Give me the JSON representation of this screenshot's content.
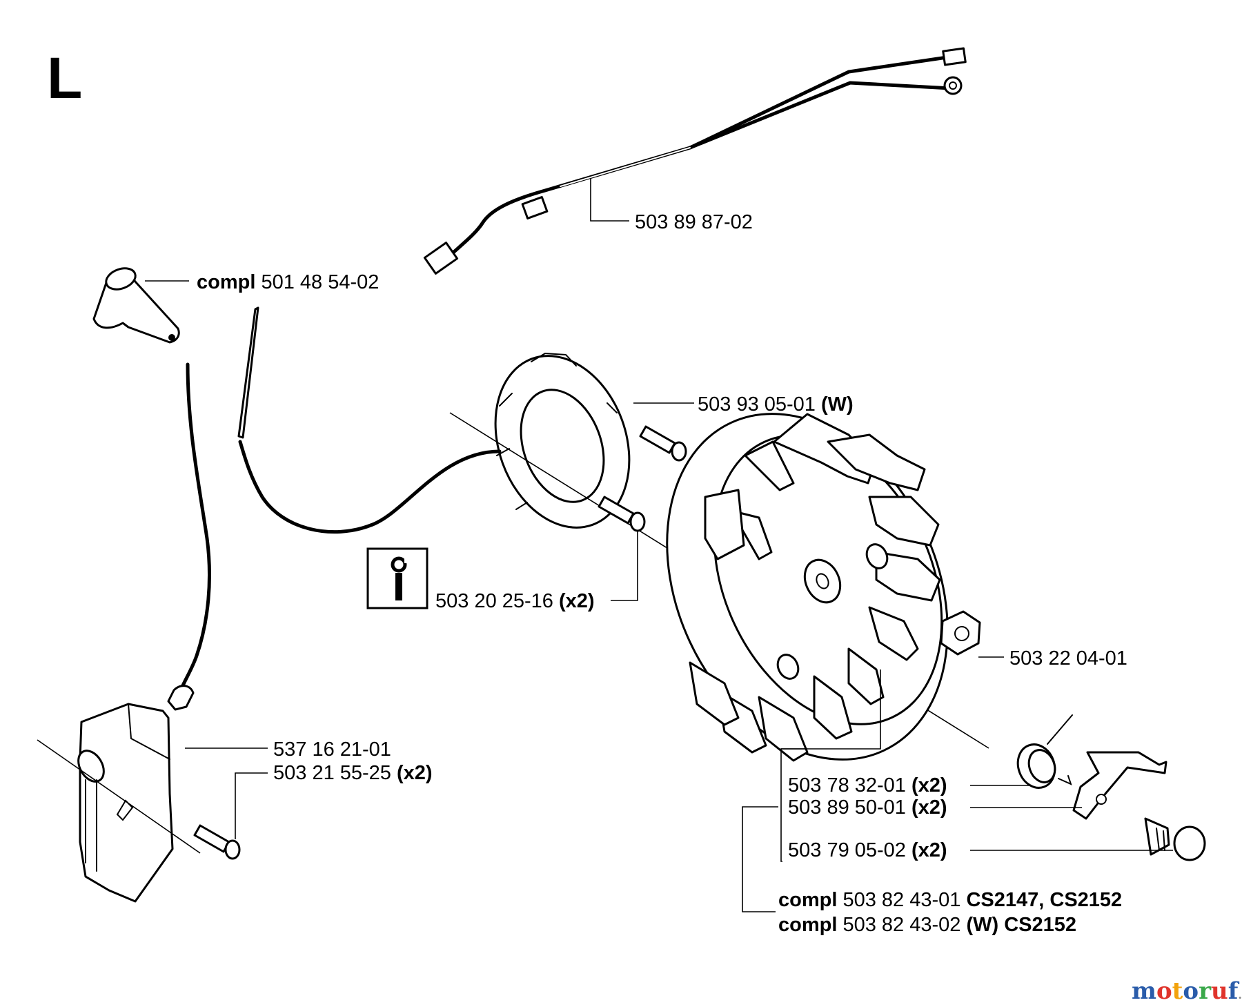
{
  "section_letter": "L",
  "callouts": {
    "cable": {
      "number": "503 89 87-02"
    },
    "spark_cap": {
      "prefix": "compl",
      "number": "501 48 54-02"
    },
    "stator": {
      "number": "503 93 05-01",
      "suffix": "(W)"
    },
    "screw_tool": {
      "number": "503 20 25-16",
      "suffix": "(x2)"
    },
    "nut": {
      "number": "503 22 04-01"
    },
    "ignition_module": {
      "number": "537 16 21-01"
    },
    "module_screw": {
      "number": "503 21 55-25",
      "suffix": "(x2)"
    },
    "flywheel_spring": {
      "number": "503 78 32-01",
      "suffix": "(x2)"
    },
    "flywheel_pawl": {
      "number": "503 89 50-01",
      "suffix": "(x2)"
    },
    "flywheel_pin": {
      "number": "503 79 05-02",
      "suffix": "(x2)"
    },
    "flywheel_compl_1": {
      "prefix": "compl",
      "number": "503 82 43-01",
      "suffix": "CS2147, CS2152"
    },
    "flywheel_compl_2": {
      "prefix": "compl",
      "number": "503 82 43-02",
      "suffix": "(W) CS2152"
    }
  },
  "watermark": {
    "text": "motoruf",
    "suffix": ".de",
    "letter_colors": [
      "#2a5caa",
      "#e0342c",
      "#f2a20c",
      "#2a5caa",
      "#3aa84a",
      "#e0342c",
      "#2a5caa"
    ],
    "suffix_color": "#888888"
  },
  "icons": {
    "tool": "wrench-icon"
  }
}
